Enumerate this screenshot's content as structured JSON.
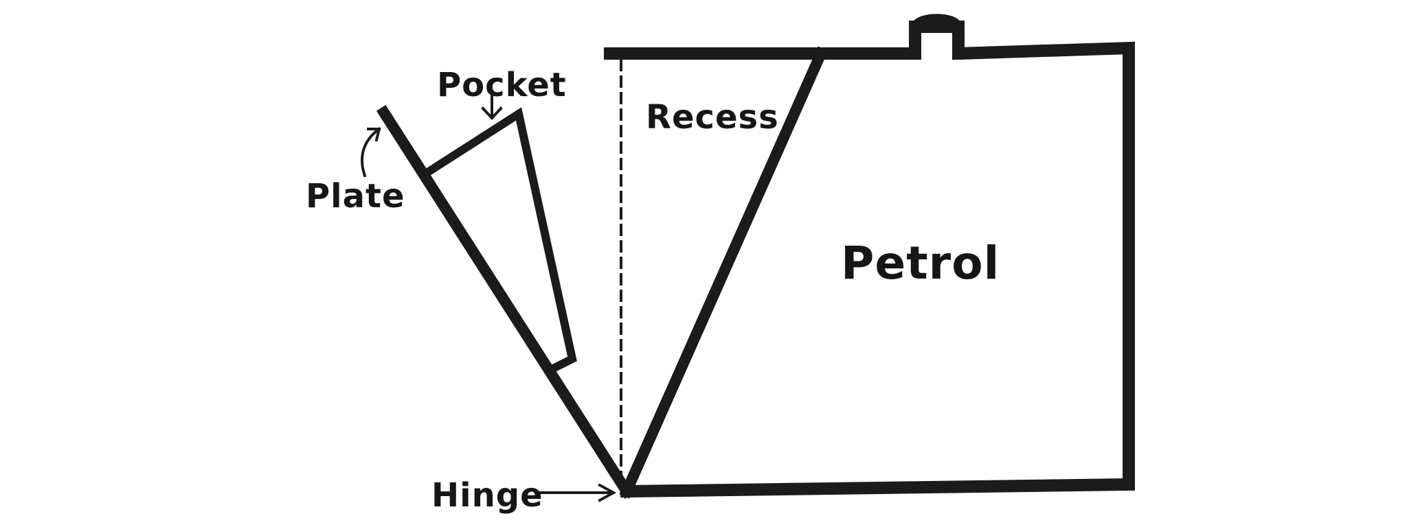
{
  "labels": {
    "pocket": "Pocket",
    "plate": "Plate",
    "recess": "Recess",
    "petrol": "Petrol",
    "hinge": "Hinge"
  },
  "style": {
    "ink_color": "#1b1b1b",
    "background": "#ffffff"
  }
}
